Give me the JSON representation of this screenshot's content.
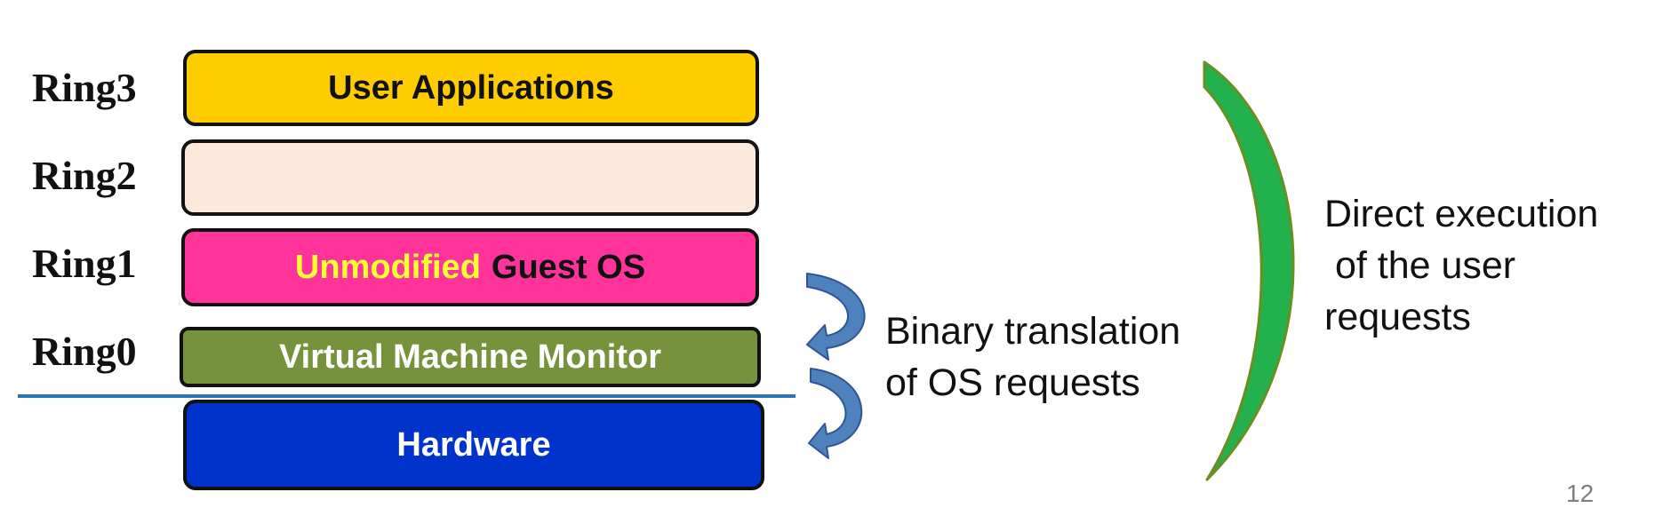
{
  "rings": [
    {
      "label": "Ring3"
    },
    {
      "label": "Ring2"
    },
    {
      "label": "Ring1"
    },
    {
      "label": "Ring0"
    }
  ],
  "layers": {
    "user_applications": {
      "label": "User Applications",
      "fill": "#ffcc00",
      "text_color": "#111111"
    },
    "ring2_empty": {
      "label": "",
      "fill": "#fce9dc"
    },
    "guest_os": {
      "prefix": "Unmodified",
      "prefix_color": "#ffff33",
      "label": "Guest OS",
      "fill": "#ff3399",
      "text_color": "#111111"
    },
    "vmm": {
      "label": "Virtual Machine Monitor",
      "fill": "#76923c",
      "text_color": "#ffffff"
    },
    "hardware": {
      "label": "Hardware",
      "fill": "#0033cc",
      "text_color": "#ffffff"
    }
  },
  "annotations": {
    "binary_translation": "Binary translation\nof OS requests",
    "direct_execution": "Direct execution\n of the user\nrequests"
  },
  "colors": {
    "arrow_blue": "#4f81bd",
    "arrow_blue_outline": "#2f5597",
    "brace_green": "#22b14c",
    "brace_outline": "#6b8e23",
    "divider_line": "#2e75b6"
  },
  "page_number": "12"
}
